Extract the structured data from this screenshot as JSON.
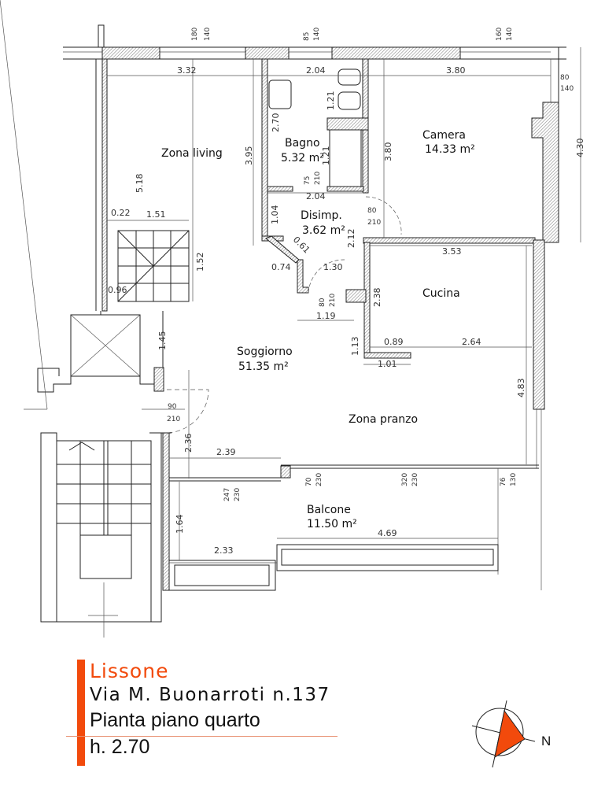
{
  "title": {
    "city": "Lissone",
    "address": "Via M. Buonarroti n.137",
    "plan": "Pianta piano quarto",
    "height": "h. 2.70"
  },
  "compass": {
    "label": "N"
  },
  "colors": {
    "accent": "#f24a0c",
    "wall_hatch": "#888888"
  },
  "rooms": {
    "living": {
      "name": "Zona living"
    },
    "bagno": {
      "name": "Bagno",
      "area": "5.32 m²"
    },
    "camera": {
      "name": "Camera",
      "area": "14.33 m²"
    },
    "disimp": {
      "name": "Disimp.",
      "area": "3.62 m²"
    },
    "cucina": {
      "name": "Cucina"
    },
    "soggiorno": {
      "name": "Soggiorno",
      "area": "51.35 m²"
    },
    "pranzo": {
      "name": "Zona pranzo"
    },
    "balcone": {
      "name": "Balcone",
      "area": "11.50 m²"
    }
  },
  "dimensions": [
    "180",
    "140",
    "85",
    "140",
    "160",
    "140",
    "3.32",
    "2.04",
    "3.80",
    "80",
    "140",
    "1.21",
    "2.70",
    "3.95",
    "5.18",
    "3.80",
    "1.21",
    "75",
    "210",
    "2.04",
    "4.30",
    "1.04",
    "80",
    "210",
    "0.22",
    "1.51",
    "1.52",
    "0.61",
    "2.12",
    "3.53",
    "0.74",
    "1.30",
    "0.96",
    "2.38",
    "80",
    "210",
    "1.19",
    "1.45",
    "1.13",
    "0.89",
    "2.64",
    "1.01",
    "4.83",
    "90",
    "210",
    "2.36",
    "2.39",
    "70",
    "230",
    "320",
    "230",
    "76",
    "130",
    "247",
    "230",
    "1.64",
    "4.69",
    "2.33"
  ]
}
